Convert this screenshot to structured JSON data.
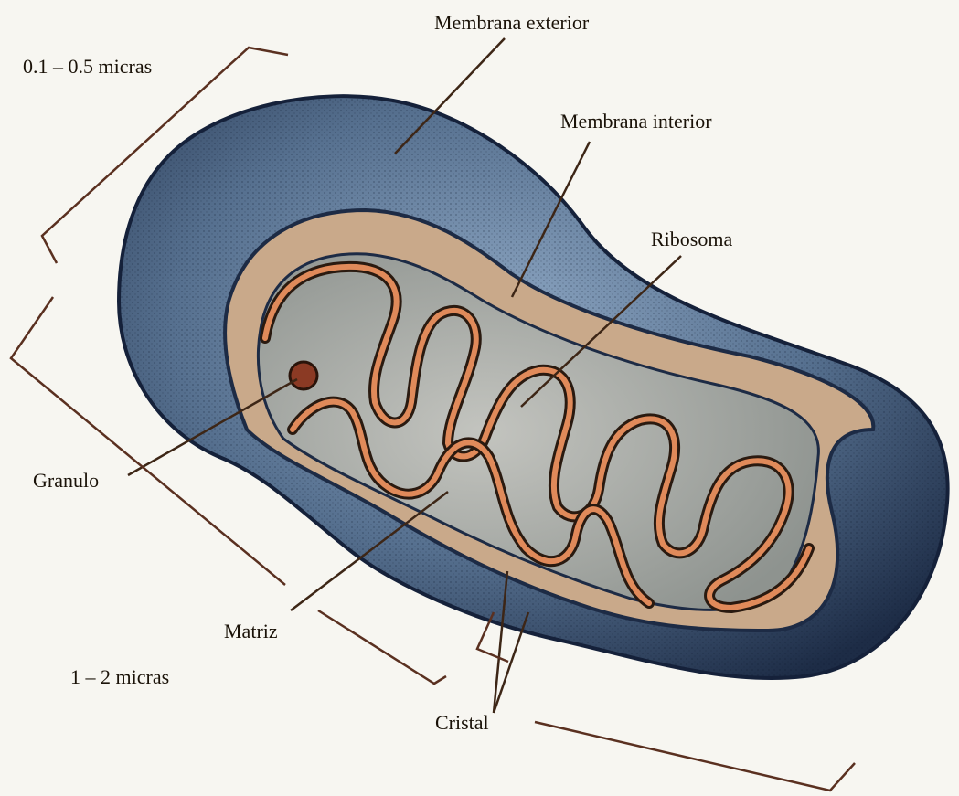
{
  "labels": {
    "outer_membrane": "Membrana exterior",
    "inner_membrane": "Membrana interior",
    "ribosome": "Ribosoma",
    "granule": "Granulo",
    "matrix": "Matriz",
    "crista": "Cristal",
    "width_scale": "0.1 – 0.5 micras",
    "length_scale": "1 – 2 micras"
  },
  "colors": {
    "paper": "#f7f6f1",
    "outer_shell": "#55708f",
    "outer_shell_dark": "#1f2f4a",
    "inner_membrane_band": "#c98a5e",
    "matrix": "#a9aaa6",
    "cristae_stroke": "#e08a5a",
    "granule": "#8b3a24",
    "leader_line": "#4a2a18"
  }
}
